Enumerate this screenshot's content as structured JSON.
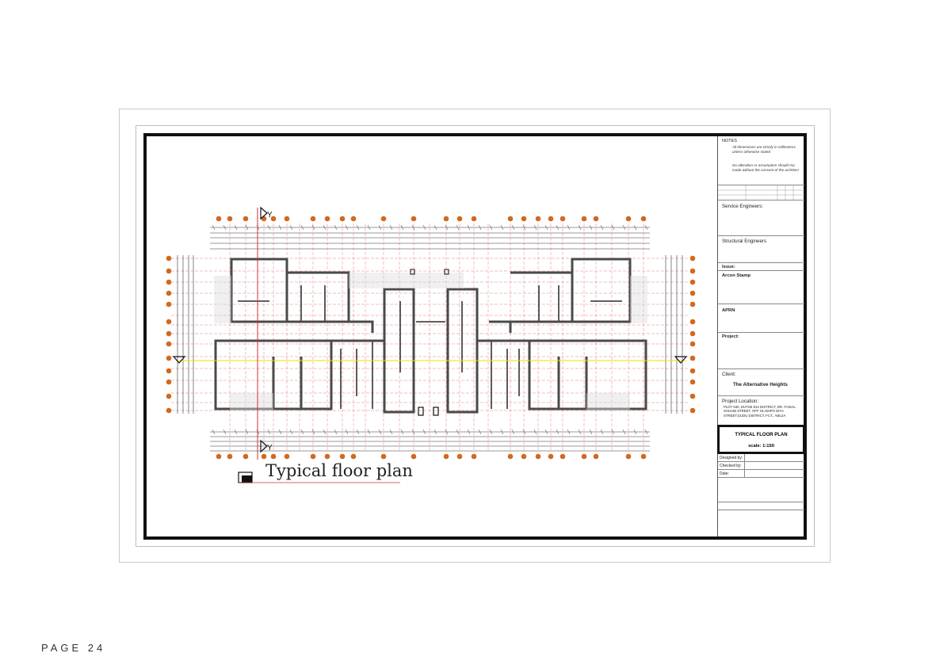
{
  "page": {
    "label": "PAGE 24"
  },
  "drawing": {
    "caption": "Typical floor plan",
    "section_marker": "Y"
  },
  "title_block": {
    "notes_heading": "NOTES",
    "notes": [
      "All dimensions are strictly in millimetres unless otherwise stated",
      "No alteration or assumption should ma made without the consent of the architect"
    ],
    "service_engineers_label": "Service Engineers:",
    "structural_engineers_label": "Structural Engineers",
    "issue_label": "Issue:",
    "arcon_stamp_label": "Arcon Stamp",
    "aprn_label": "APRN",
    "project_label": "Project:",
    "client_label": "Client:",
    "client_name": "The Alternative Heights",
    "project_location_label": "Project Location:",
    "project_location": "PLOT 630, DUTSE 814 DISTRICT, DR. FAISAL SHUAIB STREET, OFF OLADIPO DIYA STREET,GUDU DISTRICT, FCT., ABUJA",
    "sheet_title": "TYPICAL FLOOR PLAN",
    "scale": "scale: 1:150",
    "designed_by_label": "Designed by:",
    "checked_by_label": "Checked by:",
    "date_label": "Date:"
  },
  "colors": {
    "wall": "#4a4a4a",
    "grid_line": "#e06060",
    "grid_bubble": "#d2691e",
    "axis_line": "#e8e000",
    "dimension_line": "#333333"
  }
}
